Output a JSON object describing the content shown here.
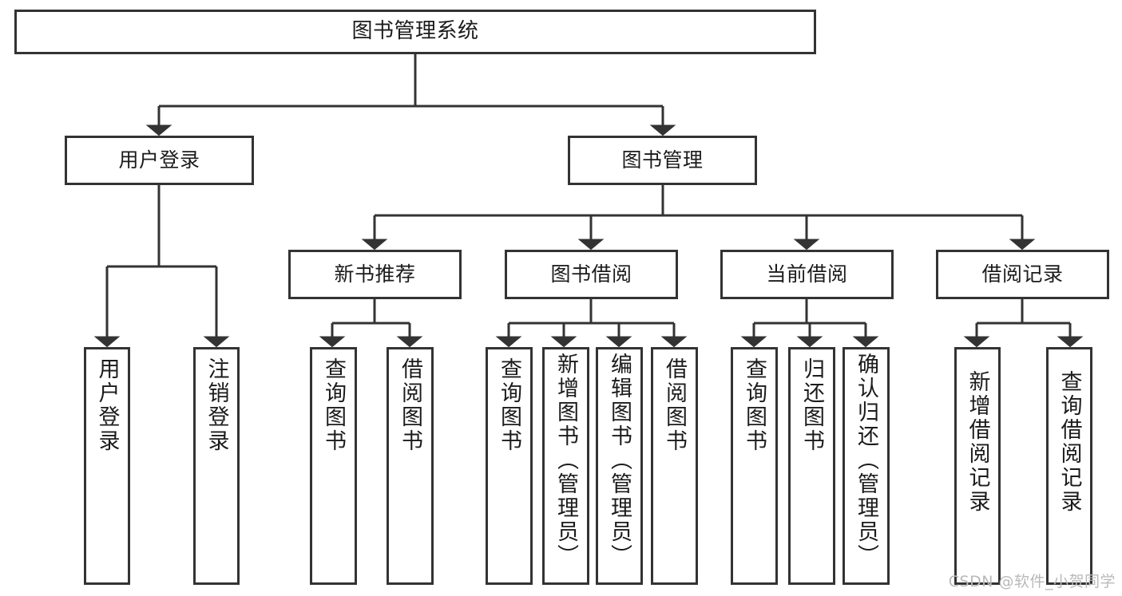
{
  "diagram": {
    "title": "图书管理系统",
    "type": "tree",
    "orientation": "top-down",
    "line_color": "#333333",
    "box_fill": "#ffffff",
    "text_color": "#1b1b1b",
    "background": "#ffffff",
    "levels": [
      {
        "level": 1,
        "nodes": [
          {
            "id": "root",
            "label": "图书管理系统"
          }
        ]
      },
      {
        "level": 2,
        "nodes": [
          {
            "id": "user-login",
            "label": "用户登录",
            "parent": "root"
          },
          {
            "id": "book-manage",
            "label": "图书管理",
            "parent": "root"
          }
        ]
      },
      {
        "level": 3,
        "nodes": [
          {
            "id": "new-book-rec",
            "label": "新书推荐",
            "parent": "book-manage"
          },
          {
            "id": "book-borrow",
            "label": "图书借阅",
            "parent": "book-manage"
          },
          {
            "id": "current-borrow",
            "label": "当前借阅",
            "parent": "book-manage"
          },
          {
            "id": "borrow-record",
            "label": "借阅记录",
            "parent": "book-manage"
          }
        ]
      },
      {
        "level": 4,
        "nodes": [
          {
            "id": "leaf-user-login",
            "label": "用户登录",
            "parent": "user-login"
          },
          {
            "id": "leaf-user-logout",
            "label": "注销登录",
            "parent": "user-login"
          },
          {
            "id": "leaf-query-book-1",
            "label": "查询图书",
            "parent": "new-book-rec"
          },
          {
            "id": "leaf-borrow-book-1",
            "label": "借阅图书",
            "parent": "new-book-rec"
          },
          {
            "id": "leaf-query-book-2",
            "label": "查询图书",
            "parent": "book-borrow"
          },
          {
            "id": "leaf-add-book",
            "label": "新增图书（管理员）",
            "parent": "book-borrow"
          },
          {
            "id": "leaf-edit-book",
            "label": "编辑图书（管理员）",
            "parent": "book-borrow"
          },
          {
            "id": "leaf-borrow-book-2",
            "label": "借阅图书",
            "parent": "book-borrow"
          },
          {
            "id": "leaf-query-book-3",
            "label": "查询图书",
            "parent": "current-borrow"
          },
          {
            "id": "leaf-return-book",
            "label": "归还图书",
            "parent": "current-borrow"
          },
          {
            "id": "leaf-confirm-return",
            "label": "确认归还（管理员）",
            "parent": "current-borrow"
          },
          {
            "id": "leaf-add-record",
            "label": "新增借阅记录",
            "parent": "borrow-record"
          },
          {
            "id": "leaf-query-record",
            "label": "查询借阅记录",
            "parent": "borrow-record"
          }
        ]
      }
    ]
  },
  "watermark": {
    "text": "CSDN @软件_小贺同学"
  }
}
